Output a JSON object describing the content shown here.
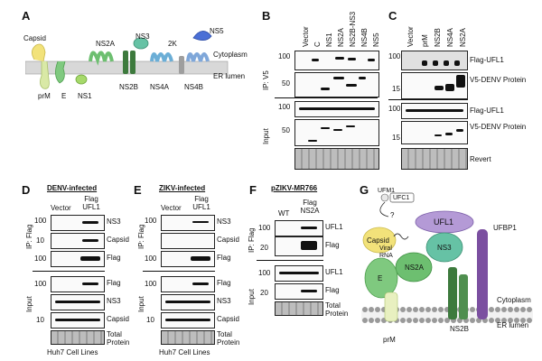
{
  "panels": {
    "A": "A",
    "B": "B",
    "C": "C",
    "D": "D",
    "E": "E",
    "F": "F",
    "G": "G"
  },
  "panelA": {
    "proteins": [
      "Capsid",
      "prM",
      "E",
      "NS1",
      "NS2A",
      "NS2B",
      "NS3",
      "NS4A",
      "2K",
      "NS4B",
      "NS5"
    ],
    "cytoplasm": "Cytoplasm",
    "er_lumen": "ER lumen",
    "colors": {
      "capsid": "#f2e27a",
      "prM": "#d9e9a6",
      "E": "#7fc97f",
      "NS1": "#a6d96a",
      "NS2A": "#6dbf70",
      "NS2B": "#3d7a3d",
      "NS3": "#66c2a5",
      "NS4A": "#6baed6",
      "2K": "#9e9e9e",
      "NS4B": "#7fa7d9",
      "NS5": "#4a6fd6"
    }
  },
  "panelB": {
    "lanes": [
      "Vector",
      "C",
      "NS1",
      "NS2A",
      "NS2B-NS3",
      "NS4B",
      "NS5"
    ],
    "ip_label": "IP: V5",
    "input_label": "Input",
    "mw": [
      "100",
      "50",
      "100",
      "50"
    ]
  },
  "panelC": {
    "lanes": [
      "Vector",
      "prM",
      "NS2B",
      "NS4A",
      "NS2A"
    ],
    "rows": [
      "Flag-UFL1",
      "V5-DENV Protein",
      "Flag-UFL1",
      "V5-DENV Protein",
      "Revert"
    ],
    "mw": [
      "100",
      "15",
      "100",
      "15"
    ]
  },
  "panelD": {
    "title": "DENV-infected",
    "lanes": [
      "Vector",
      "Flag UFL1"
    ],
    "ip_label": "IP: Flag",
    "input_label": "Input",
    "rows": [
      "NS3",
      "Capsid",
      "Flag",
      "Flag",
      "NS3",
      "Capsid",
      "Total Protein"
    ],
    "mw": [
      "100",
      "10",
      "100",
      "100",
      "10"
    ],
    "footer": "Huh7 Cell Lines"
  },
  "panelE": {
    "title": "ZIKV-infected",
    "lanes": [
      "Vector",
      "Flag UFL1"
    ],
    "ip_label": "IP: Flag",
    "input_label": "Input",
    "rows": [
      "NS3",
      "Capsid",
      "Flag",
      "Flag",
      "NS3",
      "Capsid",
      "Total Protein"
    ],
    "mw": [
      "100",
      "100",
      "100",
      "10"
    ],
    "footer": "Huh7 Cell Lines"
  },
  "panelF": {
    "title": "pZIKV-MR766",
    "lanes": [
      "WT",
      "Flag NS2A"
    ],
    "ip_label": "IP: Flag",
    "input_label": "Input",
    "rows": [
      "UFL1",
      "Flag",
      "UFL1",
      "Flag",
      "Total Protein"
    ],
    "mw": [
      "100",
      "20",
      "100",
      "20"
    ]
  },
  "panelG": {
    "labels": {
      "ufm1": "UFM1",
      "ufc1": "UFC1",
      "q": "?",
      "ufl1": "UFL1",
      "ufbp1": "UFBP1",
      "capsid": "Capsid",
      "viral_rna": "Viral RNA",
      "ns3": "NS3",
      "ns2a": "NS2A",
      "e": "E",
      "prm": "prM",
      "ns2b": "NS2B",
      "cytoplasm": "Cytoplasm",
      "er_lumen": "ER lumen"
    }
  }
}
